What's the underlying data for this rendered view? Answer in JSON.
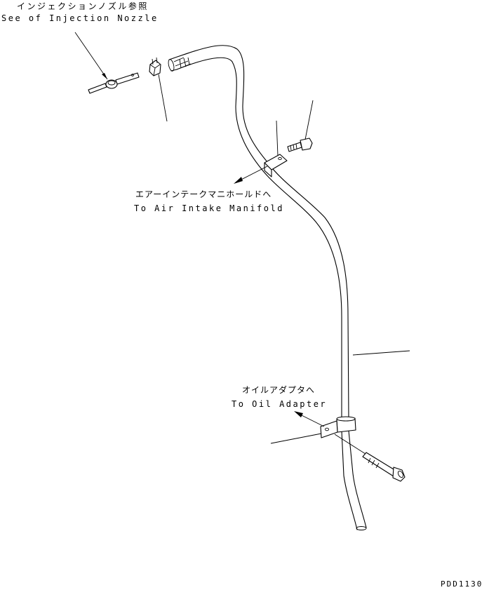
{
  "labels": {
    "injection_jp": "インジェクションノズル参照",
    "injection_en": "See of Injection Nozzle",
    "intake_jp": "エアーインテークマニホールドへ",
    "intake_en": "To Air Intake Manifold",
    "oil_jp": "オイルアダプタへ",
    "oil_en": "To Oil Adapter",
    "drawing_code": "PDD1130"
  },
  "colors": {
    "line": "#000000",
    "background": "#ffffff"
  }
}
